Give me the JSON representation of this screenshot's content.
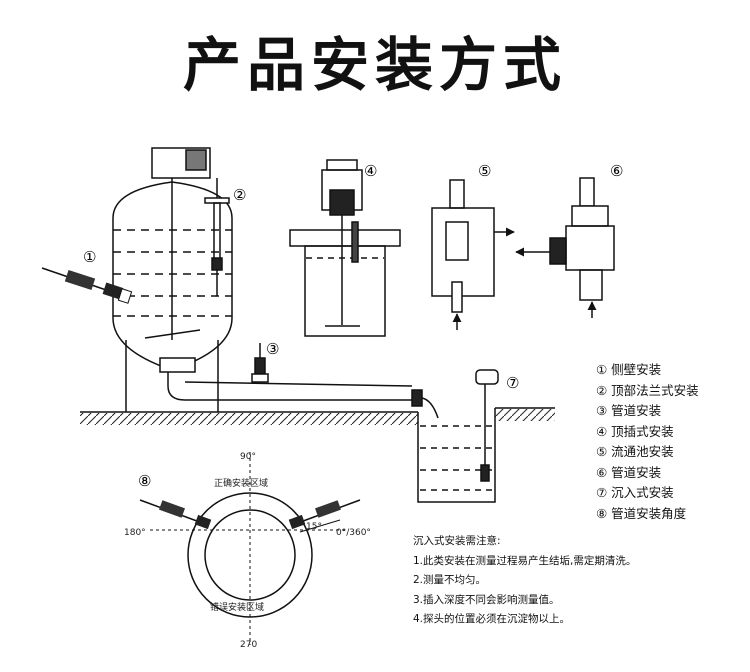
{
  "title": "产品安装方式",
  "markers": [
    "①",
    "②",
    "③",
    "④",
    "⑤",
    "⑥",
    "⑦",
    "⑧"
  ],
  "legend": [
    "① 侧壁安装",
    "② 顶部法兰式安装",
    "③ 管道安装",
    "④ 顶插式安装",
    "⑤ 流通池安装",
    "⑥ 管道安装",
    "⑦ 沉入式安装",
    "⑧ 管道安装角度"
  ],
  "angle_diagram": {
    "deg_90": "90°",
    "deg_180": "180°",
    "deg_0_360": "0°/360°",
    "deg_270": "270",
    "deg_15": "15°",
    "correct_zone": "正确安装区域",
    "wrong_zone": "错误安装区域"
  },
  "notes": {
    "heading": "沉入式安装需注意:",
    "items": [
      "1.此类安装在测量过程易产生结垢,需定期清洗。",
      "2.测量不均匀。",
      "3.插入深度不同会影响测量值。",
      "4.探头的位置必须在沉淀物以上。"
    ]
  }
}
